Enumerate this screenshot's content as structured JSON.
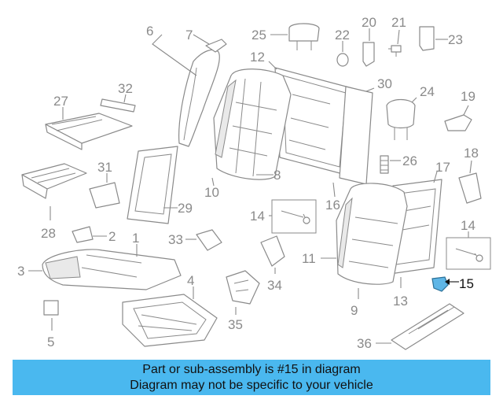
{
  "callouts": {
    "c1": "1",
    "c2": "2",
    "c3": "3",
    "c4": "4",
    "c5": "5",
    "c6": "6",
    "c7": "7",
    "c8": "8",
    "c9": "9",
    "c10": "10",
    "c11": "11",
    "c12": "12",
    "c13": "13",
    "c14a": "14",
    "c14b": "14",
    "c15": "15",
    "c16": "16",
    "c17": "17",
    "c18": "18",
    "c19": "19",
    "c20": "20",
    "c21": "21",
    "c22": "22",
    "c23": "23",
    "c24": "24",
    "c25": "25",
    "c26": "26",
    "c27": "27",
    "c28": "28",
    "c29": "29",
    "c30": "30",
    "c31": "31",
    "c32": "32",
    "c33": "33",
    "c34": "34",
    "c35": "35",
    "c36": "36"
  },
  "highlight_color": "#5fb6e6",
  "banner": {
    "line1": "Part or sub-assembly is #15 in diagram",
    "line2": "Diagram may not be specific to your vehicle",
    "background": "#4ab8ef"
  }
}
